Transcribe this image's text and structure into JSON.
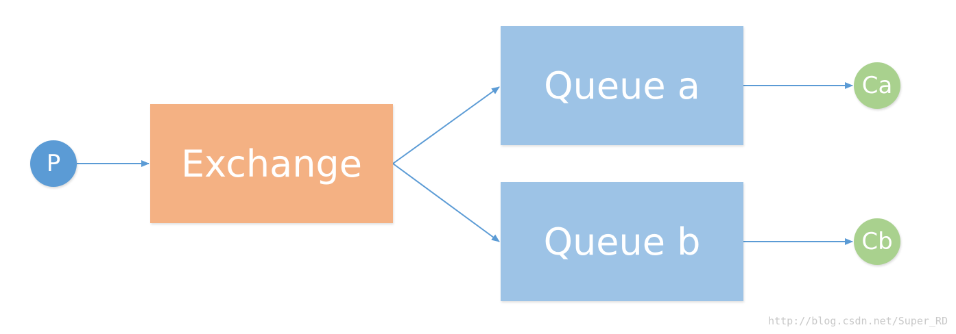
{
  "colors": {
    "arrow": "#5b9bd5",
    "exchange_fill": "#f4b183",
    "queue_fill": "#9dc3e6",
    "producer_fill": "#5b9bd5",
    "consumer_fill": "#a9d18e",
    "text": "#ffffff",
    "watermark": "#c8c8c8"
  },
  "nodes": {
    "producer": {
      "label": "P"
    },
    "exchange": {
      "label": "Exchange"
    },
    "queue_a": {
      "label": "Queue a"
    },
    "queue_b": {
      "label": "Queue b"
    },
    "consumer_a": {
      "label": "Ca"
    },
    "consumer_b": {
      "label": "Cb"
    }
  },
  "edges": [
    {
      "from": "P",
      "to": "Exchange"
    },
    {
      "from": "Exchange",
      "to": "Queue a"
    },
    {
      "from": "Exchange",
      "to": "Queue b"
    },
    {
      "from": "Queue a",
      "to": "Ca"
    },
    {
      "from": "Queue b",
      "to": "Cb"
    }
  ],
  "watermark": "http://blog.csdn.net/Super_RD"
}
